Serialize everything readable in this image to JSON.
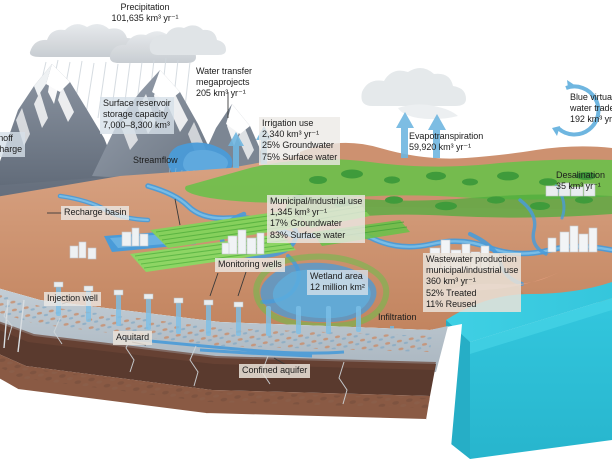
{
  "figure": {
    "type": "hydrological-cycle-block-diagram",
    "description": "3D landscape block diagram of the global water cycle showing precipitation, mountains, reservoirs, rivers, irrigated farmland, cities, wetlands, coastal ocean and the subsurface aquifer system."
  },
  "labels": {
    "precipitation": {
      "name": "Precipitation",
      "lines": [
        "Precipitation",
        "101,635 km³ yr⁻¹"
      ],
      "value": "101,635",
      "unit": "km³ yr⁻¹",
      "style": "plain-center"
    },
    "surface_reservoir": {
      "name": "Surface reservoir storage capacity",
      "lines": [
        "Surface reservoir",
        "storage capacity",
        "7,000–8,300 km³"
      ],
      "value": "7,000–8,300",
      "unit": "km³",
      "style": "boxed-cool"
    },
    "water_transfer": {
      "name": "Water transfer megaprojects",
      "lines": [
        "Water transfer",
        "megaprojects",
        "205 km³ yr⁻¹"
      ],
      "value": "205",
      "unit": "km³ yr⁻¹",
      "style": "plain"
    },
    "irrigation": {
      "name": "Irrigation use",
      "lines": [
        "Irrigation use",
        "2,340 km³ yr⁻¹",
        "25% Groundwater",
        "75% Surface water"
      ],
      "value": "2,340",
      "unit": "km³ yr⁻¹",
      "groundwater_pct": "25%",
      "surfacewater_pct": "75%",
      "style": "boxed"
    },
    "municipal_industrial": {
      "name": "Municipal/industrial use",
      "lines": [
        "Municipal/industrial use",
        "1,345 km³ yr⁻¹",
        "17% Groundwater",
        "83% Surface water"
      ],
      "value": "1,345",
      "unit": "km³ yr⁻¹",
      "groundwater_pct": "17%",
      "surfacewater_pct": "83%",
      "style": "boxed"
    },
    "evapotranspiration": {
      "name": "Evapotranspiration",
      "lines": [
        "Evapotranspiration",
        "59,920 km³ yr⁻¹"
      ],
      "value": "59,920",
      "unit": "km³ yr⁻¹",
      "style": "plain"
    },
    "blue_virtual_water": {
      "name": "Blue virtual water trade",
      "lines": [
        "Blue virtual",
        "water trade",
        "192 km³ yr⁻¹"
      ],
      "value": "192",
      "unit": "km³ yr⁻¹",
      "style": "plain"
    },
    "desalination": {
      "name": "Desalination",
      "lines": [
        "Desalination",
        "35 km³ yr⁻¹"
      ],
      "value": "35",
      "unit": "km³ yr⁻¹",
      "style": "plain"
    },
    "wastewater": {
      "name": "Wastewater production municipal/industrial use",
      "lines": [
        "Wastewater production",
        "municipal/industrial use",
        "360 km³ yr⁻¹",
        "52% Treated",
        "11% Reused"
      ],
      "value": "360",
      "unit": "km³ yr⁻¹",
      "treated_pct": "52%",
      "reused_pct": "11%",
      "style": "boxed-warm"
    },
    "wetland": {
      "name": "Wetland area",
      "lines": [
        "Wetland area",
        "12 million km²"
      ],
      "value": "12 million",
      "unit": "km²",
      "style": "boxed-cool"
    },
    "surface_runoff": {
      "name": "Surface water runoff / Groundwater recharge",
      "lines": [
        "Surface water runoff",
        "Groundwater recharge"
      ],
      "style": "boxed-cool-clipped"
    },
    "streamflow": {
      "name": "Streamflow",
      "lines": [
        "Streamflow"
      ],
      "style": "plain"
    },
    "recharge_basin": {
      "name": "Recharge basin",
      "lines": [
        "Recharge basin"
      ],
      "style": "boxed"
    },
    "monitoring_wells": {
      "name": "Monitoring wells",
      "lines": [
        "Monitoring wells"
      ],
      "style": "boxed"
    },
    "injection_well": {
      "name": "Injection well",
      "lines": [
        "Injection well"
      ],
      "style": "boxed"
    },
    "aquitard": {
      "name": "Aquitard",
      "lines": [
        "Aquitard"
      ],
      "style": "boxed-warm"
    },
    "confined_aquifer": {
      "name": "Confined aquifer",
      "lines": [
        "Confined aquifer"
      ],
      "style": "boxed-warm"
    },
    "infiltration": {
      "name": "Infiltration",
      "lines": [
        "Infiltration"
      ],
      "style": "plain"
    }
  },
  "colors": {
    "ocean": "#2ec6dd",
    "ocean_top": "#41d2e6",
    "ocean_side": "#2ab6cf",
    "river": "#4a9bd8",
    "river_light": "#7cc0e8",
    "terrain_tan": "#c98d6b",
    "terrain_tan_light": "#d9a484",
    "vegetation": "#6cc04a",
    "vegetation_dark": "#3f9b3b",
    "crop_green": "#86d05c",
    "mountain_grey": "#6a7382",
    "mountain_light": "#9aa3b0",
    "snow": "#ffffff",
    "cloud": "#d2d6da",
    "cloud_light": "#e4e7ea",
    "aquitard_brown": "#5a3a2e",
    "aquifer_brown": "#8a5a44",
    "subsoil_grey": "#b9c3cb",
    "arrow_blue": "#6fb6e0",
    "city_grey": "#e9ecee",
    "city_shade": "#c3c9ce",
    "text": "#1c1c1c"
  }
}
